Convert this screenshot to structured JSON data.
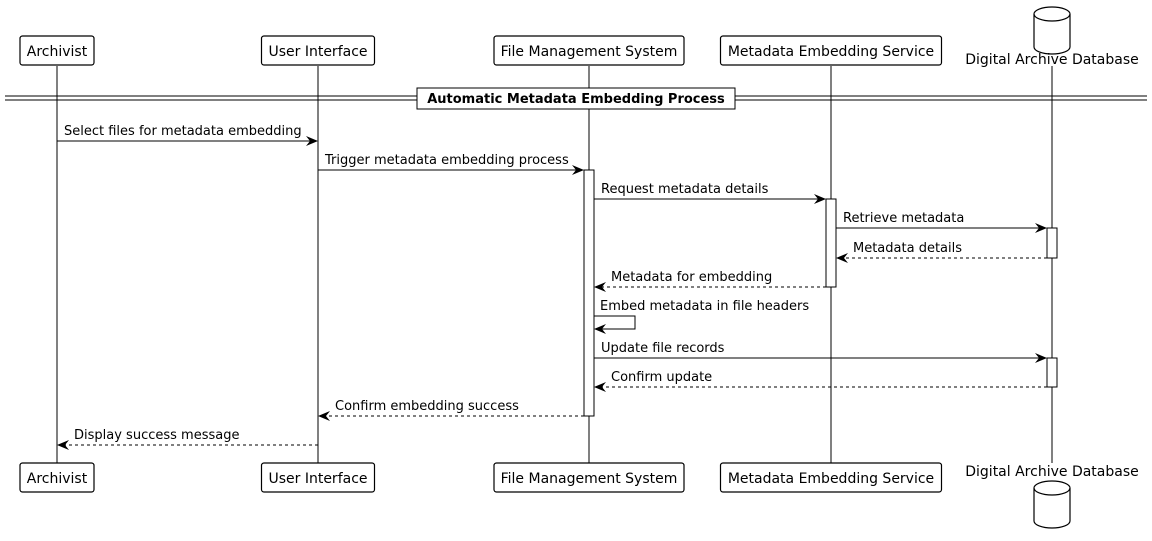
{
  "participants": [
    {
      "name": "Archivist",
      "kind": "box"
    },
    {
      "name": "User Interface",
      "kind": "box"
    },
    {
      "name": "File Management System",
      "kind": "box"
    },
    {
      "name": "Metadata Embedding Service",
      "kind": "box"
    },
    {
      "name": "Digital Archive Database",
      "kind": "database"
    }
  ],
  "divider": "Automatic Metadata Embedding Process",
  "messages": [
    {
      "from": 0,
      "to": 1,
      "text": "Select files for metadata embedding",
      "dashed": false
    },
    {
      "from": 1,
      "to": 2,
      "text": "Trigger metadata embedding process",
      "dashed": false
    },
    {
      "from": 2,
      "to": 3,
      "text": "Request metadata details",
      "dashed": false
    },
    {
      "from": 3,
      "to": 4,
      "text": "Retrieve metadata",
      "dashed": false
    },
    {
      "from": 4,
      "to": 3,
      "text": "Metadata details",
      "dashed": true
    },
    {
      "from": 3,
      "to": 2,
      "text": "Metadata for embedding",
      "dashed": true
    },
    {
      "from": 2,
      "to": 2,
      "text": "Embed metadata in file headers",
      "dashed": false
    },
    {
      "from": 2,
      "to": 4,
      "text": "Update file records",
      "dashed": false
    },
    {
      "from": 4,
      "to": 2,
      "text": "Confirm update",
      "dashed": true
    },
    {
      "from": 2,
      "to": 1,
      "text": "Confirm embedding success",
      "dashed": true
    },
    {
      "from": 1,
      "to": 0,
      "text": "Display success message",
      "dashed": true
    }
  ],
  "activations": [
    {
      "participant": 2,
      "from_msg": 1,
      "to_msg": 9
    },
    {
      "participant": 3,
      "from_msg": 2,
      "to_msg": 5
    },
    {
      "participant": 4,
      "from_msg": 3,
      "to_msg": 4
    },
    {
      "participant": 4,
      "from_msg": 7,
      "to_msg": 8
    }
  ]
}
